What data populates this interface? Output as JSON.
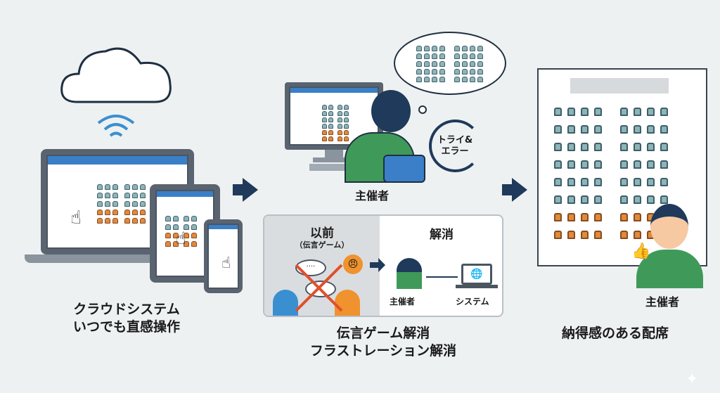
{
  "left": {
    "caption_line1": "クラウドシステム",
    "caption_line2": "いつでも直感操作",
    "icons": [
      "cloud-icon",
      "wifi-icon",
      "laptop-icon",
      "tablet-icon",
      "smartphone-icon",
      "hand-pointer-icon"
    ]
  },
  "center_top": {
    "person_label": "主催者",
    "cycle_label_line1": "トライ&",
    "cycle_label_line2": "エラー",
    "icons": [
      "desktop-icon",
      "thought-bubble-icon",
      "cycle-arrows-icon"
    ]
  },
  "comparison": {
    "before_title": "以前",
    "before_subtitle": "（伝言ゲーム）",
    "after_title": "解消",
    "organizer_label": "主催者",
    "system_label": "システム"
  },
  "center_caption": {
    "line1": "伝言ゲーム解消",
    "line2": "フラストレーション解消"
  },
  "right": {
    "caption": "納得感のある配席",
    "person_label": "主催者"
  },
  "colors": {
    "background": "#eef1f2",
    "navy": "#1f3a5a",
    "seat": "#8fb4b7",
    "seat_selected": "#e08a3c",
    "accent_blue": "#3a7fc8",
    "green": "#3f9a5a"
  }
}
